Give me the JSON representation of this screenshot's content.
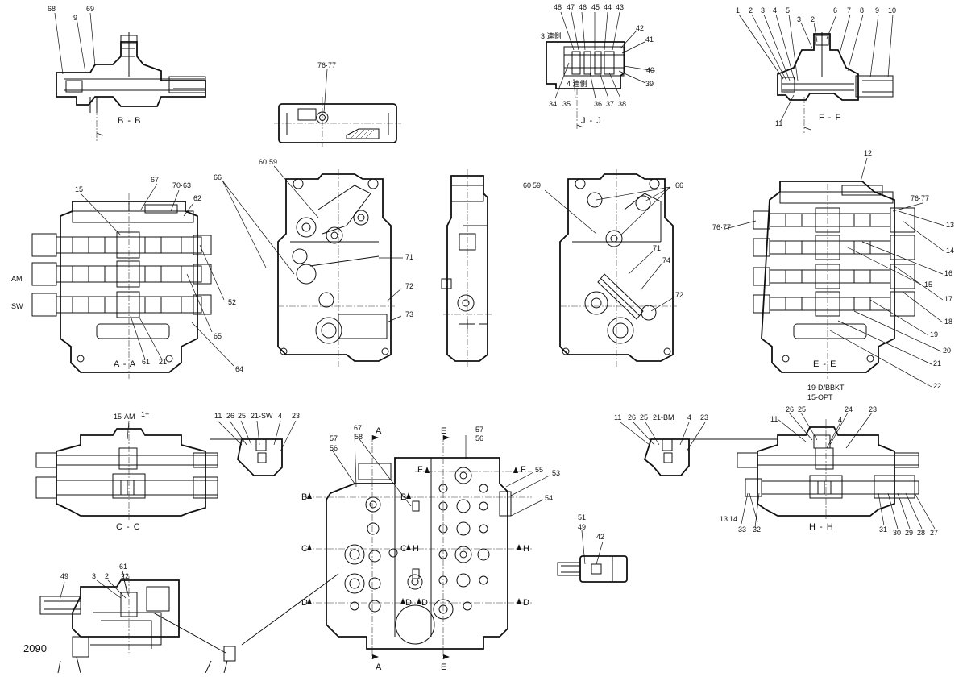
{
  "page_number": "2090",
  "sections": {
    "bb": "B - B",
    "jj": "J - J",
    "ff": "F - F",
    "aa": "A - A",
    "ee": "E - E",
    "cc": "C - C",
    "hh": "H - H"
  },
  "side_labels": {
    "am": "AM",
    "sw": "SW"
  },
  "notes": {
    "jj_top": "3 連側",
    "jj_mid": "4 連側",
    "ee_bottom_1": "19-D/BBKT",
    "ee_bottom_2": "15-OPT",
    "cc_top_spool": "15-AM",
    "cc_top_suffix": "1+",
    "cc_sw": "21-SW",
    "hh_bm": "21-BM"
  },
  "cut_marks": {
    "a": "A",
    "b": "B",
    "c": "C",
    "d": "D",
    "e": "E",
    "f": "F",
    "h": "H"
  },
  "part_numbers": {
    "bb": [
      "68",
      "9",
      "69"
    ],
    "top_block": [
      "76·77"
    ],
    "jj": [
      "48",
      "47",
      "46",
      "45",
      "44",
      "43",
      "42",
      "41",
      "40",
      "39",
      "38",
      "37",
      "36",
      "35",
      "34"
    ],
    "ff": [
      "1",
      "2",
      "3",
      "4",
      "5",
      "3",
      "2",
      "6",
      "7",
      "8",
      "9",
      "10",
      "11"
    ],
    "aa": [
      "15",
      "67",
      "70·63",
      "62",
      "52",
      "65",
      "64",
      "61",
      "21"
    ],
    "front_left": [
      "66",
      "60·59",
      "71",
      "72",
      "73"
    ],
    "front_right": [
      "60",
      "59",
      "66",
      "71",
      "74",
      "72"
    ],
    "ee": [
      "12",
      "76·77",
      "76·77",
      "13",
      "14",
      "16",
      "15",
      "17",
      "18",
      "19",
      "20",
      "21",
      "22"
    ],
    "cc": [
      "11",
      "26",
      "25",
      "4",
      "23"
    ],
    "bottom": [
      "67",
      "58",
      "57",
      "56",
      "57",
      "56",
      "55",
      "53",
      "54"
    ],
    "hh_detail": [
      "11",
      "26",
      "25",
      "4",
      "23"
    ],
    "hh": [
      "11",
      "26",
      "25",
      "24",
      "4",
      "23",
      "13",
      "14",
      "33",
      "32",
      "31",
      "30",
      "29",
      "28",
      "27"
    ],
    "bottom_left": [
      "49",
      "3",
      "2",
      "61",
      "22"
    ],
    "small_right": [
      "51",
      "49",
      "42"
    ]
  }
}
